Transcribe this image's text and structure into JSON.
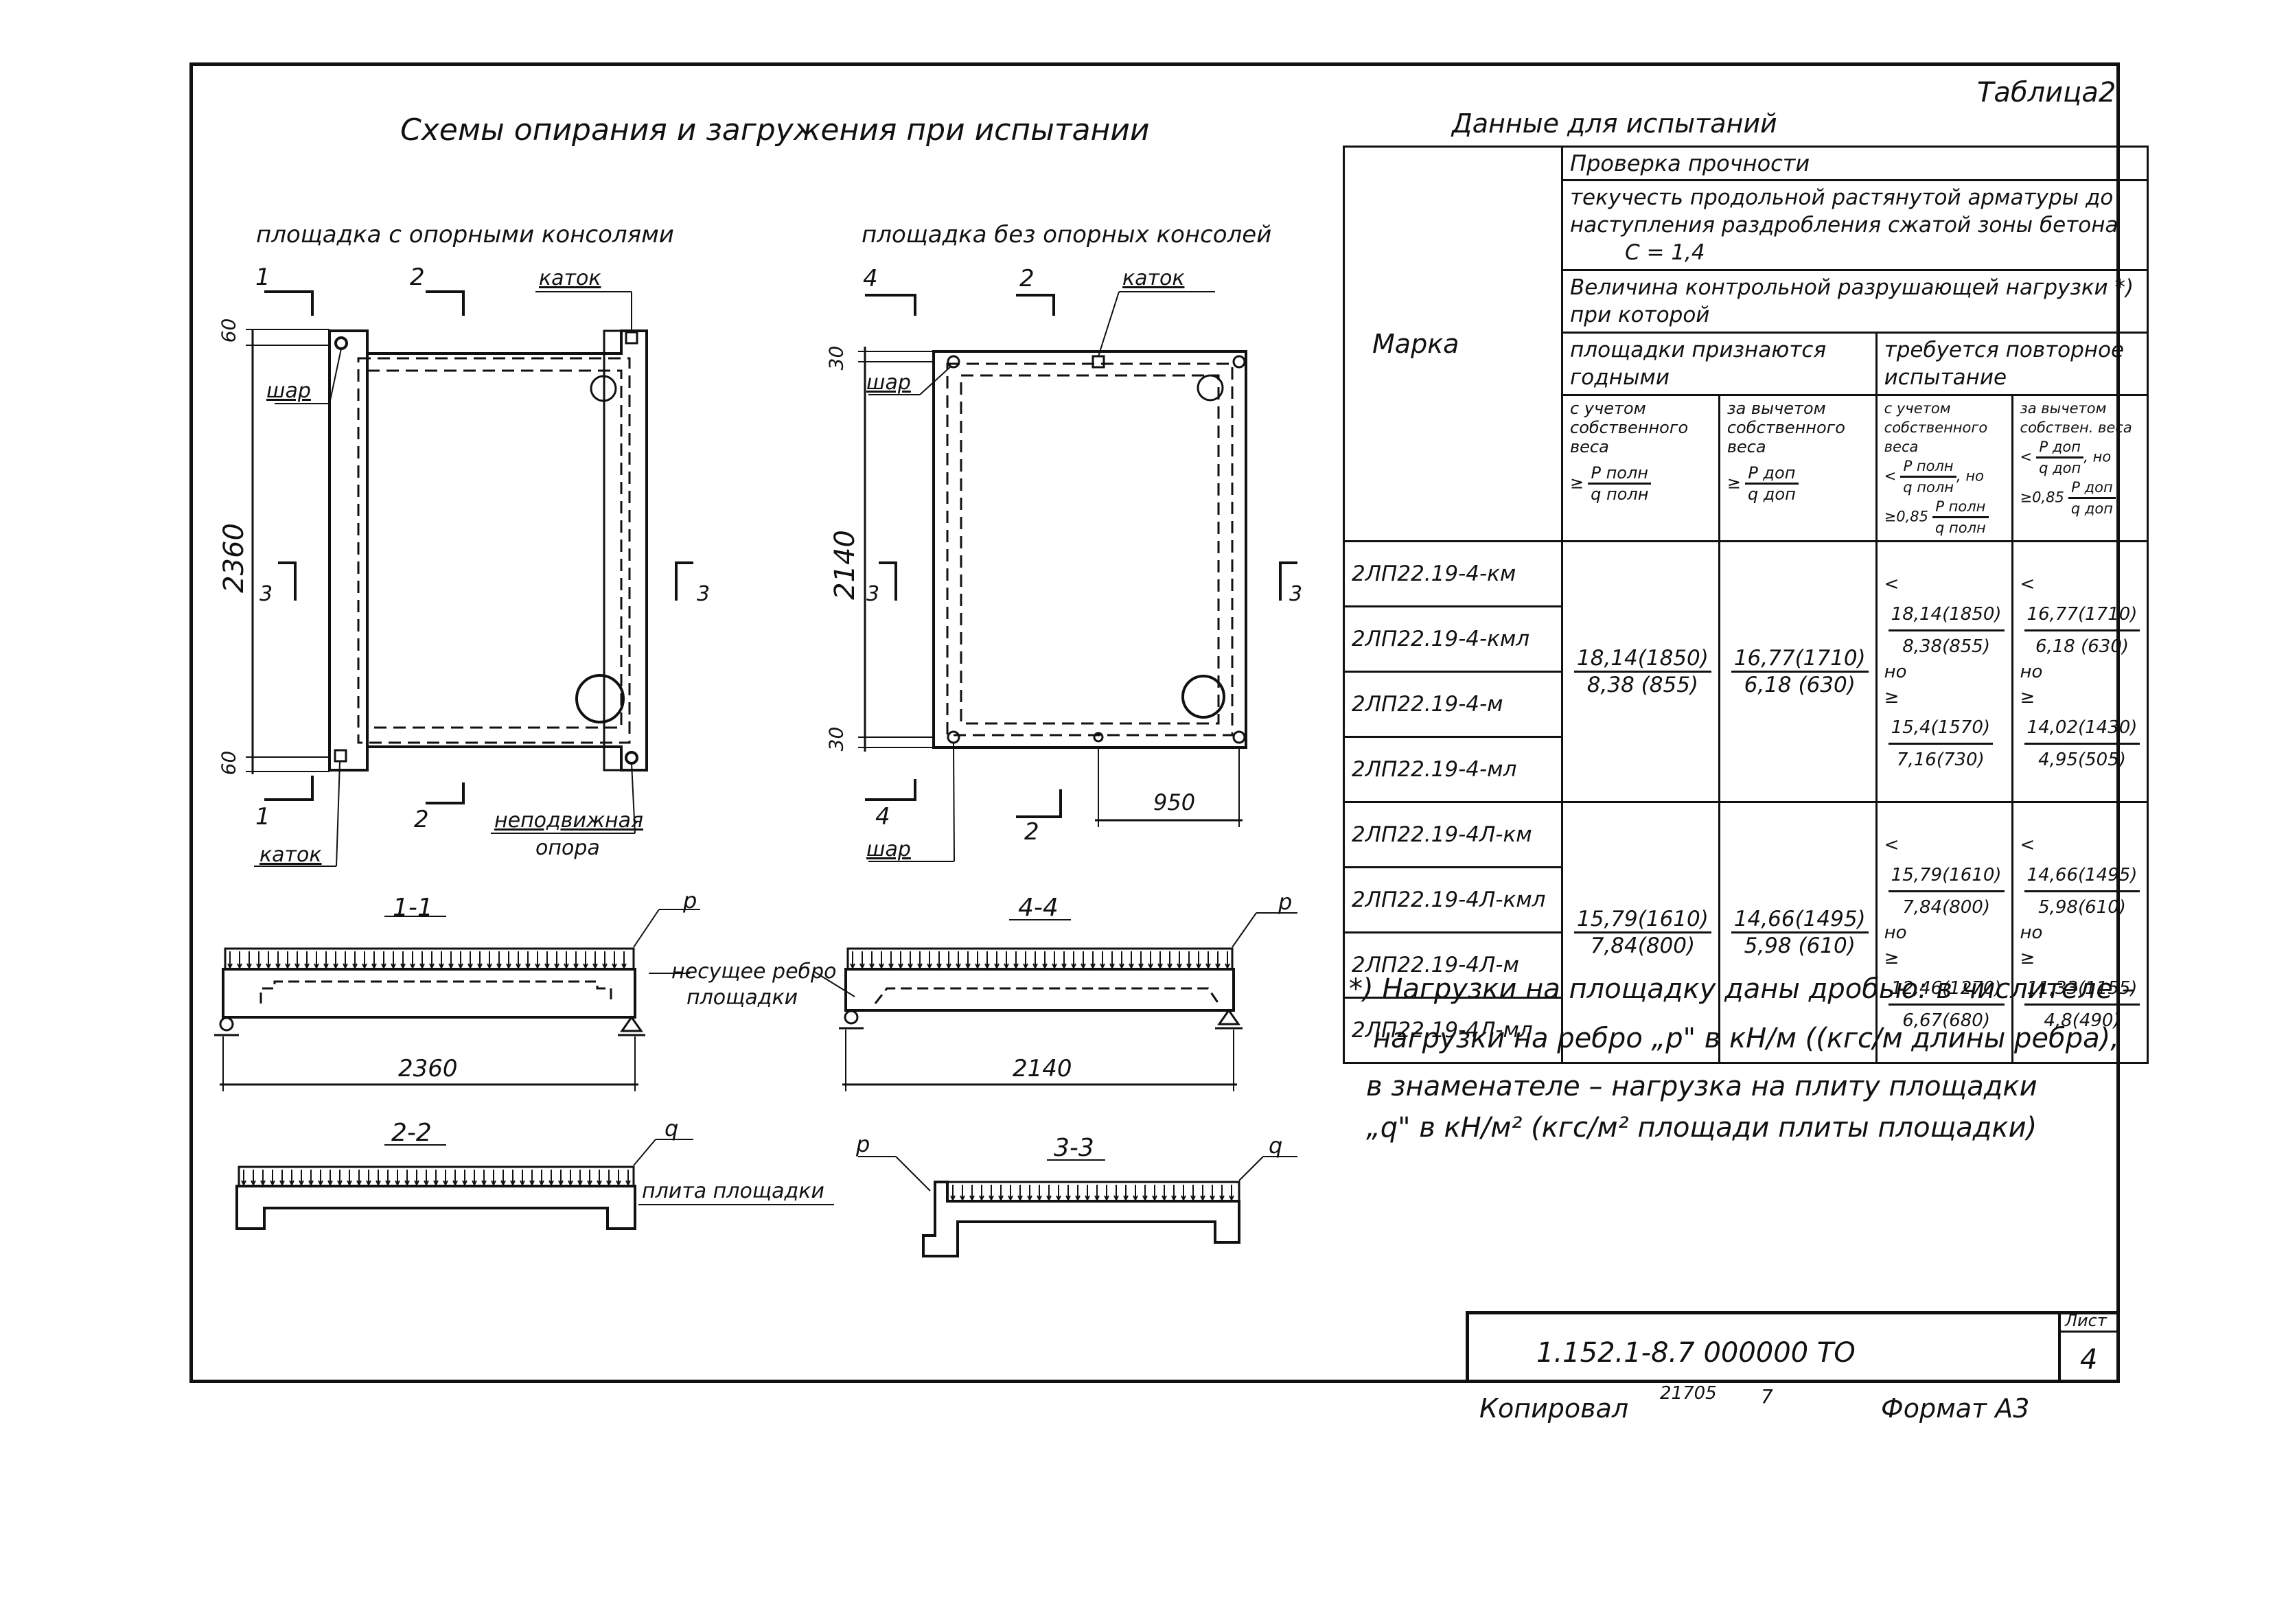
{
  "header": {
    "left_title": "Схемы опирания и загружения при испытании",
    "table_no": "Таблица2",
    "right_title": "Данные для испытаний"
  },
  "plan_left": {
    "caption": "площадка с опорными консолями",
    "dim_vertical": "2360",
    "dim_top": "60",
    "dim_bottom": "60",
    "lbl_roller_top": "каток",
    "lbl_ball": "шар",
    "lbl_fixed_1": "неподвижная",
    "lbl_fixed_2": "опора",
    "lbl_roller_bottom": "каток",
    "cut1_top": "1",
    "cut1_bottom": "1",
    "cut2_top": "2",
    "cut2_bottom": "2",
    "cut3_left": "3",
    "cut3_right": "3"
  },
  "plan_right": {
    "caption": "площадка без опорных консолей",
    "dim_vertical": "2140",
    "dim_top": "30",
    "dim_bottom": "30",
    "dim_horizontal": "950",
    "lbl_roller": "каток",
    "lbl_ball_top": "шар",
    "lbl_ball_bottom": "шар",
    "cut4_top": "4",
    "cut4_bottom": "4",
    "cut2_top": "2",
    "cut2_bottom": "2",
    "cut3_left": "3",
    "cut3_right": "3"
  },
  "sections": {
    "s11_title": "1-1",
    "s11_dim": "2360",
    "s11_load": "p",
    "rib_label_1": "несущее ребро",
    "rib_label_2": "площадки",
    "s44_title": "4-4",
    "s44_dim": "2140",
    "s44_load": "p",
    "s22_title": "2-2",
    "s22_load": "q",
    "slab_label": "плита площадки",
    "s33_title": "3-3",
    "s33_load_p": "p",
    "s33_load_q": "q"
  },
  "table": {
    "col_marka": "Марка",
    "strength": "Проверка прочности",
    "yield_text": "текучесть продольной растянутой арматуры до наступления раздробления сжатой зоны бетона",
    "c_value": "C = 1,4",
    "control_load": "Величина контрольной разрушающей нагрузки *) при которой",
    "suitable": "площадки признаются годными",
    "retest": "требуется повторное испытание",
    "h1_text": "с учетом собственного веса",
    "h1_cond": "≥",
    "h1_num": "P полн",
    "h1_den": "q полн",
    "h2_text": "за вычетом собственного веса",
    "h2_cond": "≥",
    "h2_num": "P доп",
    "h2_den": "q доп",
    "h3_text": "с учетом собственного веса",
    "h3_lt": "<",
    "h3_num": "P полн",
    "h3_den": "q полн",
    "h3_but": ", но",
    "h3_ge": "≥0,85",
    "h3_num2": "P полн",
    "h3_den2": "q полн",
    "h4_text": "за вычетом собствен. веса",
    "h4_lt": "<",
    "h4_num": "P доп",
    "h4_den": "q доп",
    "h4_but": ", но",
    "h4_ge": "≥0,85",
    "h4_num2": "P доп",
    "h4_den2": "q доп",
    "group1": {
      "marks": [
        "2ЛП22.19-4-км",
        "2ЛП22.19-4-кмл",
        "2ЛП22.19-4-м",
        "2ЛП22.19-4-мл"
      ],
      "c1_num": "18,14(1850)",
      "c1_den": "8,38 (855)",
      "c2_num": "16,77(1710)",
      "c2_den": "6,18 (630)",
      "c3_a_num": "18,14(1850)",
      "c3_a_den": "8,38(855)",
      "c3_b_num": "15,4(1570)",
      "c3_b_den": "7,16(730)",
      "c4_a_num": "16,77(1710)",
      "c4_a_den": "6,18 (630)",
      "c4_b_num": "14,02(1430)",
      "c4_b_den": "4,95(505)"
    },
    "group2": {
      "marks": [
        "2ЛП22.19-4Л-км",
        "2ЛП22.19-4Л-кмл",
        "2ЛП22.19-4Л-м",
        "2ЛП22.19-4Л-мл"
      ],
      "c1_num": "15,79(1610)",
      "c1_den": "7,84(800)",
      "c2_num": "14,66(1495)",
      "c2_den": "5,98 (610)",
      "c3_a_num": "15,79(1610)",
      "c3_a_den": "7,84(800)",
      "c3_b_num": "12,46(1270)",
      "c3_b_den": "6,67(680)",
      "c4_a_num": "14,66(1495)",
      "c4_a_den": "5,98(610)",
      "c4_b_num": "11,33(1155)",
      "c4_b_den": "4,8(490)"
    },
    "lt": "<",
    "ge": "≥",
    "no": "но"
  },
  "footnote": {
    "l1": "*) Нагрузки на площадку даны дробью: в числителе –",
    "l2": "нагрузки на ребро „p\" в кН/м ((кгс/м длины ребра),",
    "l3": "в знаменателе – нагрузка на плиту площадки",
    "l4": "„q\" в кН/м² (кгс/м² площади плиты площадки)"
  },
  "stamp": {
    "code": "1.152.1-8.7 000000 ТО",
    "sheet_label": "Лист",
    "sheet_no": "4"
  },
  "bottom": {
    "copied": "Копировал",
    "num1": "21705",
    "num2": "7",
    "format": "Формат А3"
  }
}
